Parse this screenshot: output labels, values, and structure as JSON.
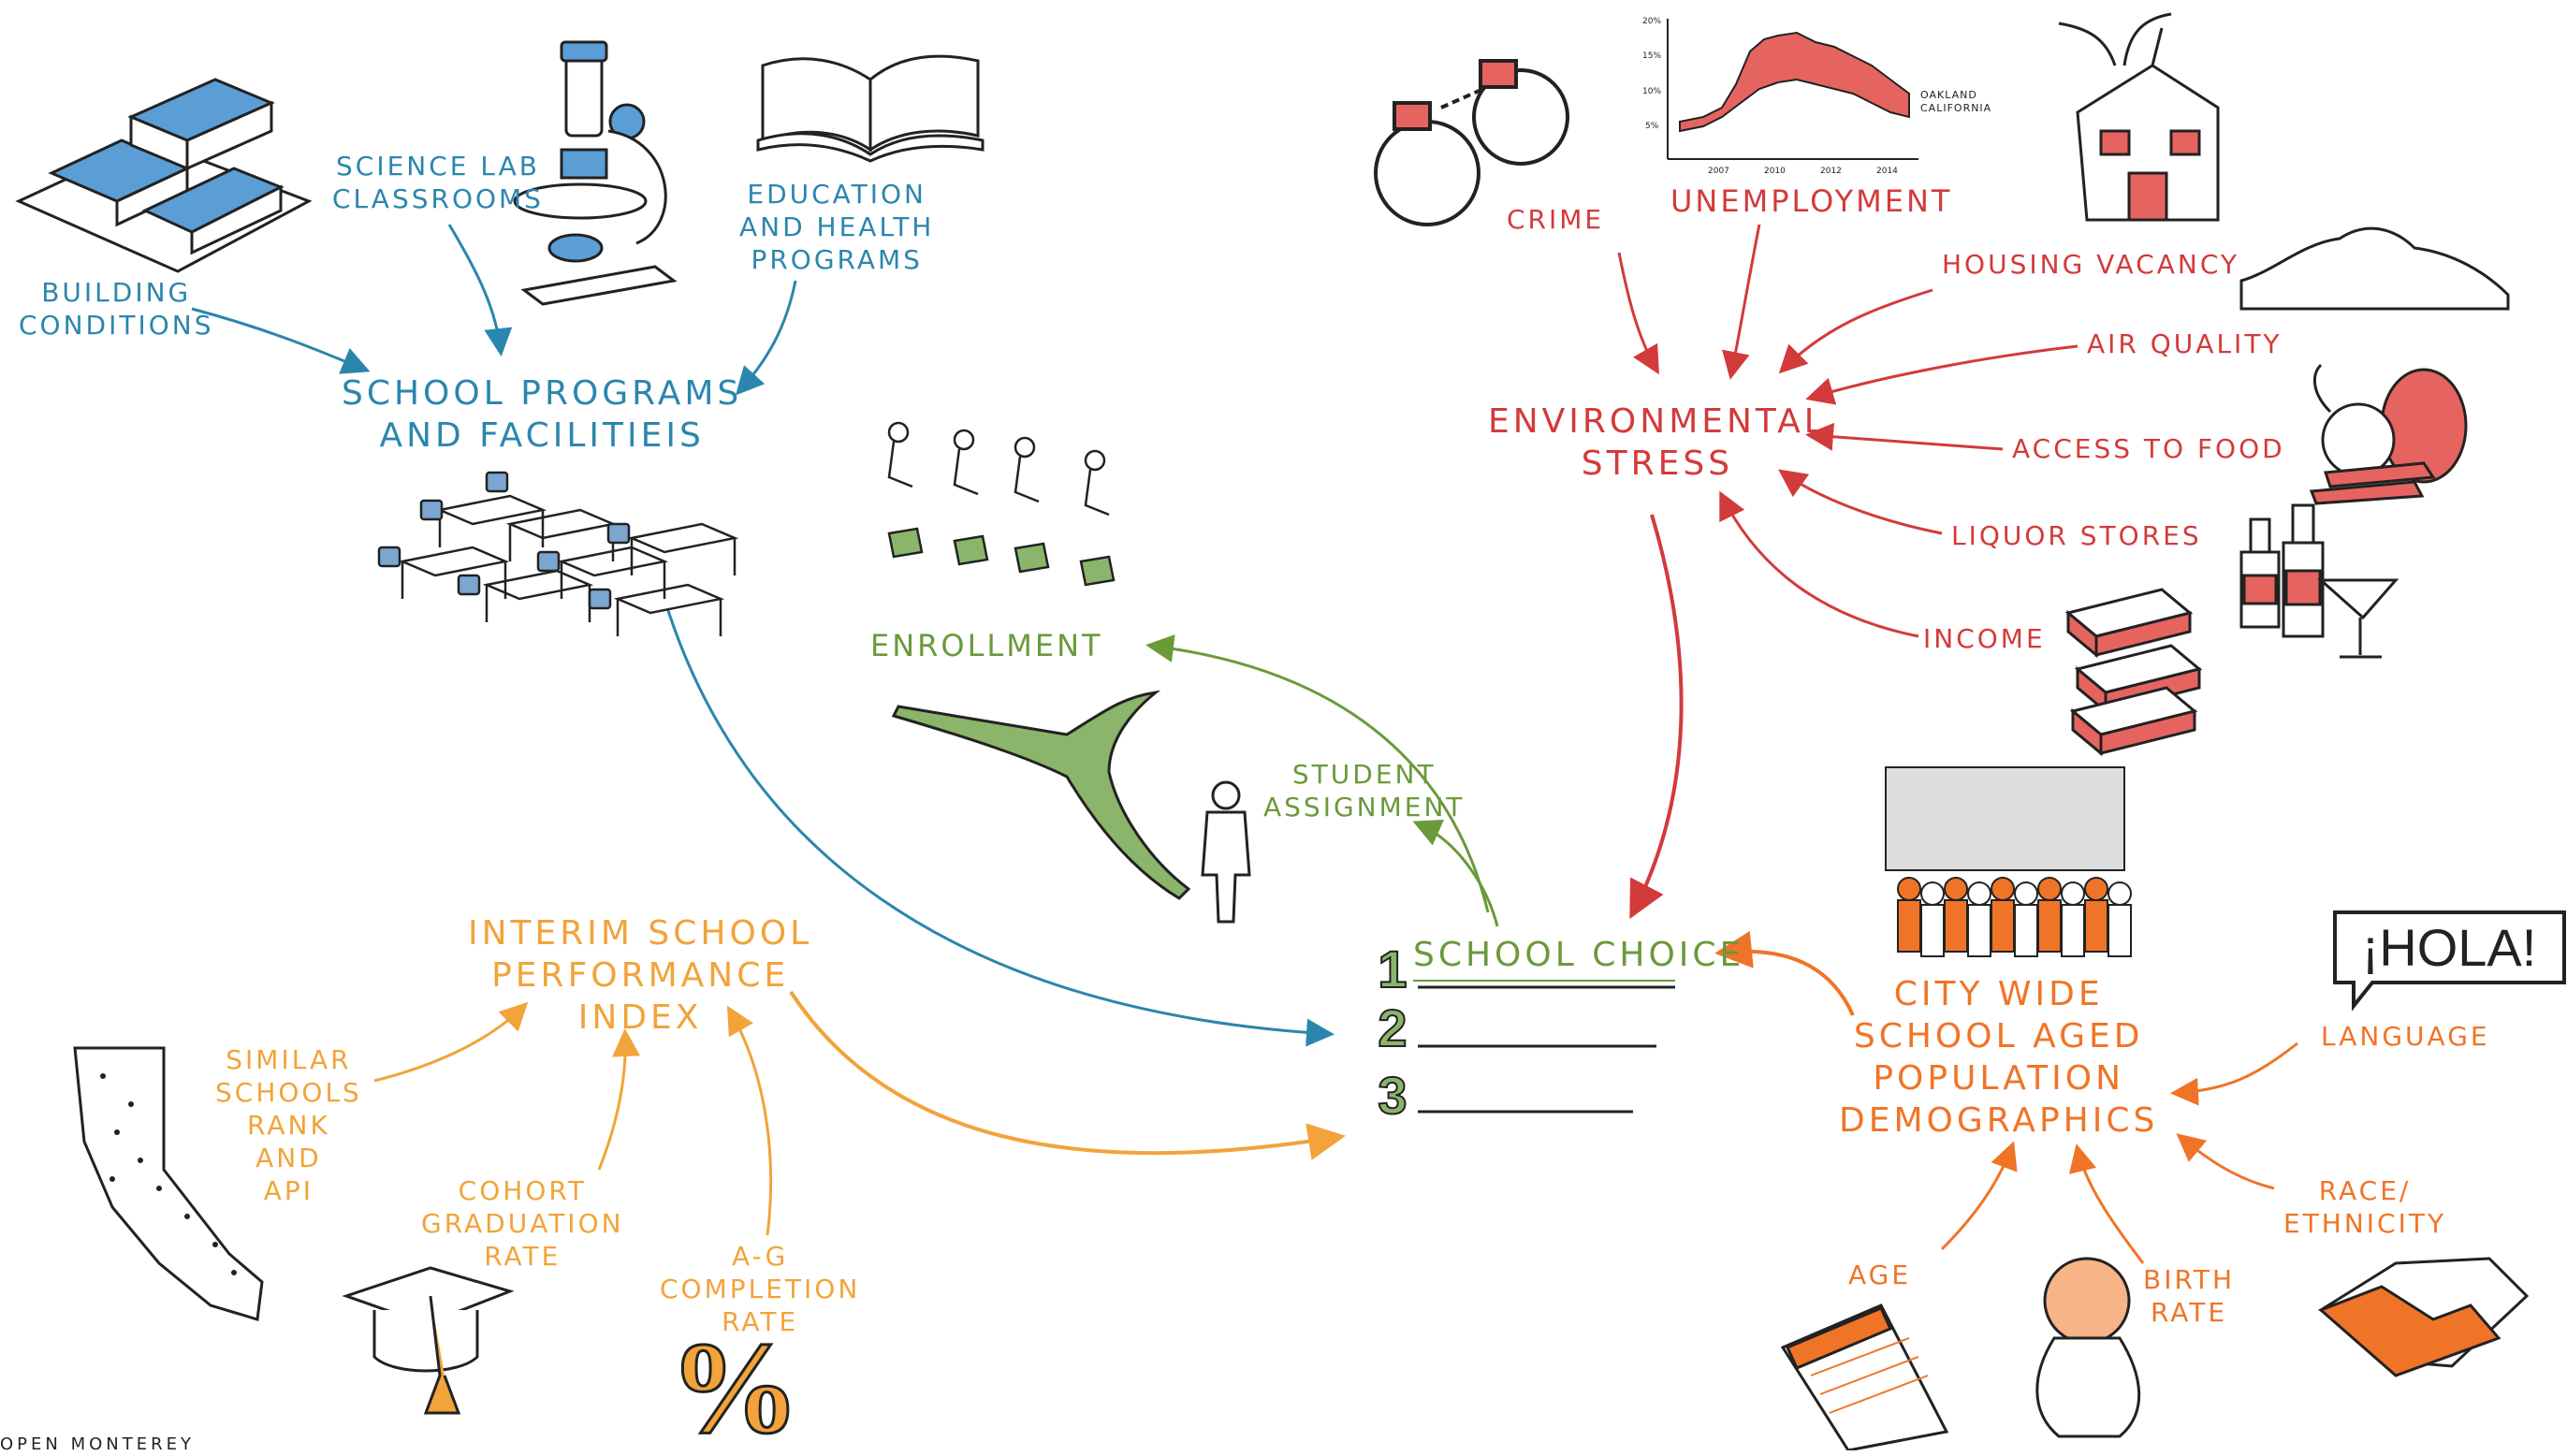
{
  "colors": {
    "blue": "#2b86ad",
    "red": "#d33a3a",
    "green": "#6a9a3a",
    "orange": "#f07427",
    "amber": "#f2a33a"
  },
  "labels": {
    "building_conditions": "BUILDING\nCONDITIONS",
    "science_lab": "SCIENCE LAB\nCLASSROOMS",
    "education_health": "EDUCATION\nAND HEALTH\nPROGRAMS",
    "school_programs": "SCHOOL PROGRAMS\nAND FACILITIEIS",
    "enrollment": "ENROLLMENT",
    "student_assignment": "STUDENT\nASSIGNMENT",
    "crime": "CRIME",
    "unemployment": "UNEMPLOYMENT",
    "housing_vacancy": "HOUSING VACANCY",
    "air_quality": "AIR QUALITY",
    "environmental_stress": "ENVIRONMENTAL\nSTRESS",
    "access_to_food": "ACCESS TO FOOD",
    "liquor_stores": "LIQUOR STORES",
    "income": "INCOME",
    "school_choice": "SCHOOL CHOICE",
    "interim_spi": "INTERIM SCHOOL\nPERFORMANCE\nINDEX",
    "similar_schools": "SIMILAR\nSCHOOLS\nRANK\nAND\nAPI",
    "cohort_grad": "COHORT\nGRADUATION\nRATE",
    "ag_completion": "A-G\nCOMPLETION\nRATE",
    "citywide_demo": "CITY WIDE\nSCHOOL AGED\nPOPULATION\nDEMOGRAPHICS",
    "language": "LANGUAGE",
    "race_ethnicity": "RACE/\nETHNICITY",
    "age": "AGE",
    "birth_rate": "BIRTH\nRATE"
  },
  "choice_numbers": [
    "1",
    "2",
    "3"
  ],
  "hola_text": "¡HOLA!",
  "percent_glyph": "%",
  "unemployment_chart": {
    "y_ticks": [
      "20%",
      "15%",
      "10%",
      "5%"
    ],
    "x_ticks": [
      "2007",
      "2010",
      "2012",
      "2014"
    ],
    "series_label": "OAKLAND\nCALIFORNIA"
  },
  "footer_text": "OPEN MONTEREY"
}
